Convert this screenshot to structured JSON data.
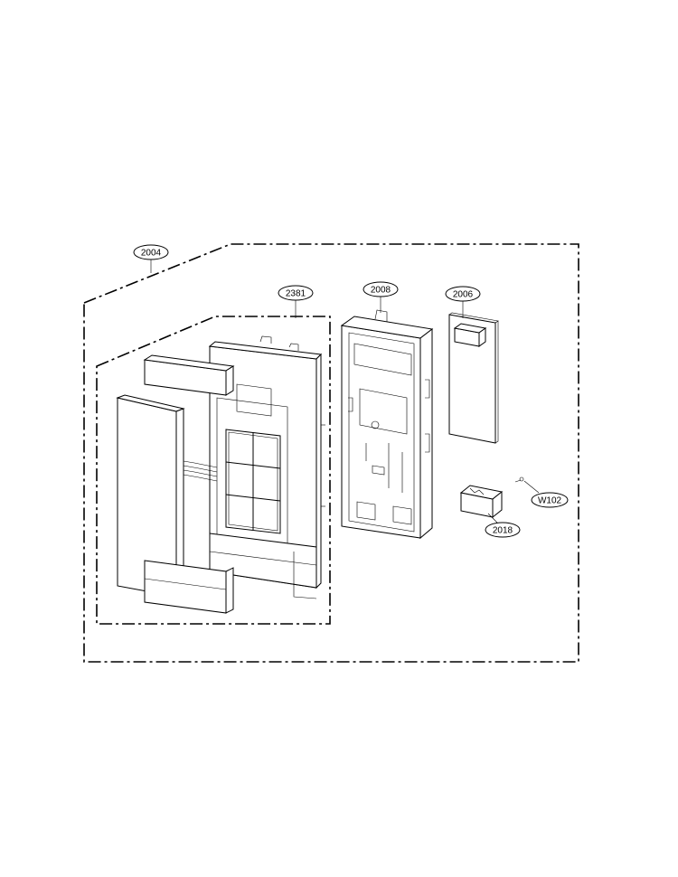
{
  "callouts": [
    {
      "id": "2004",
      "label": "2004"
    },
    {
      "id": "2381",
      "label": "2381"
    },
    {
      "id": "2008",
      "label": "2008"
    },
    {
      "id": "2006",
      "label": "2006"
    },
    {
      "id": "w102",
      "label": "W102"
    },
    {
      "id": "2018",
      "label": "2018"
    }
  ],
  "colors": {
    "line": "#000000",
    "background": "#ffffff"
  }
}
